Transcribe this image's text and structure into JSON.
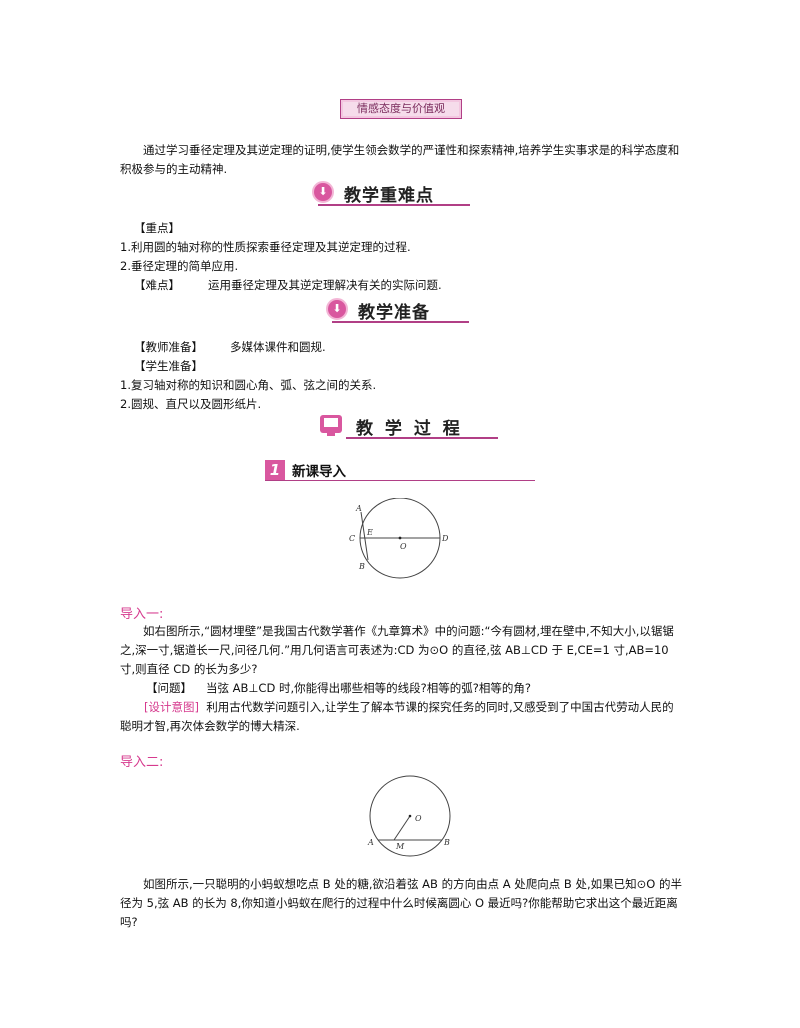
{
  "badge_title": "情感态度与价值观",
  "intro_paragraph": "通过学习垂径定理及其逆定理的证明,使学生领会数学的严谨性和探索精神,培养学生实事求是的科学态度和积极参与的主动精神.",
  "section_difficulty": {
    "title": "教学重难点",
    "key_label": "【重点】",
    "key_items": [
      "1.利用圆的轴对称的性质探索垂径定理及其逆定理的过程.",
      "2.垂径定理的简单应用."
    ],
    "hard_label": "【难点】",
    "hard_text": "运用垂径定理及其逆定理解决有关的实际问题."
  },
  "section_prep": {
    "title": "教学准备",
    "teacher_label": "【教师准备】",
    "teacher_text": "多媒体课件和圆规.",
    "student_label": "【学生准备】",
    "student_items": [
      "1.复习轴对称的知识和圆心角、弧、弦之间的关系.",
      "2.圆规、直尺以及圆形纸片."
    ]
  },
  "section_process": {
    "title": "教 学 过 程"
  },
  "lesson": {
    "number": "1",
    "title": "新课导入"
  },
  "figure1": {
    "labels": {
      "A": "A",
      "B": "B",
      "C": "C",
      "D": "D",
      "E": "E",
      "O": "O"
    }
  },
  "intro1": {
    "heading": "导入一:",
    "paragraph": "如右图所示,“圆材埋壁”是我国古代数学著作《九章算术》中的问题:“今有圆材,埋在壁中,不知大小,以锯锯之,深一寸,锯道长一尺,问径几何.”用几何语言可表述为:CD 为⊙O 的直径,弦 AB⊥CD 于 E,CE=1 寸,AB=10 寸,则直径 CD 的长为多少?",
    "question_label": "【问题】",
    "question_text": "当弦 AB⊥CD 时,你能得出哪些相等的线段?相等的弧?相等的角?",
    "design_label": "[设计意图]",
    "design_text": "利用古代数学问题引入,让学生了解本节课的探究任务的同时,又感受到了中国古代劳动人民的聪明才智,再次体会数学的博大精深."
  },
  "figure2": {
    "labels": {
      "A": "A",
      "B": "B",
      "M": "M",
      "O": "O"
    }
  },
  "intro2": {
    "heading": "导入二:",
    "paragraph": "如图所示,一只聪明的小蚂蚁想吃点 B 处的糖,欲沿着弦 AB 的方向由点 A 处爬向点 B 处,如果已知⊙O 的半径为 5,弦 AB 的长为 8,你知道小蚂蚁在爬行的过程中什么时候离圆心 O 最近吗?你能帮助它求出这个最近距离吗?"
  },
  "colors": {
    "accent": "#d63a8e",
    "rule": "#b13f86"
  }
}
